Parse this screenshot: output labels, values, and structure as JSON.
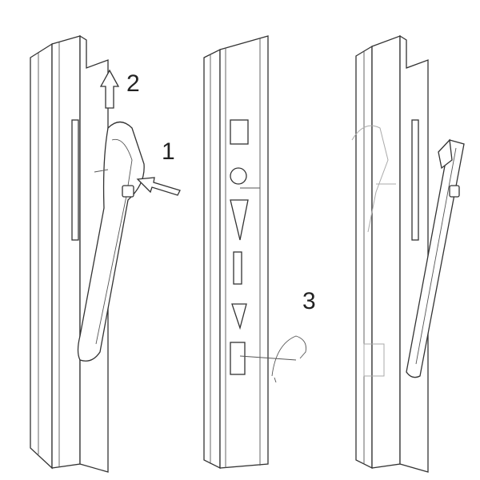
{
  "steps": [
    {
      "number": "1",
      "description_label": "1"
    },
    {
      "number": "2",
      "description_label": "2"
    },
    {
      "number": "3",
      "description_label": "3"
    }
  ]
}
